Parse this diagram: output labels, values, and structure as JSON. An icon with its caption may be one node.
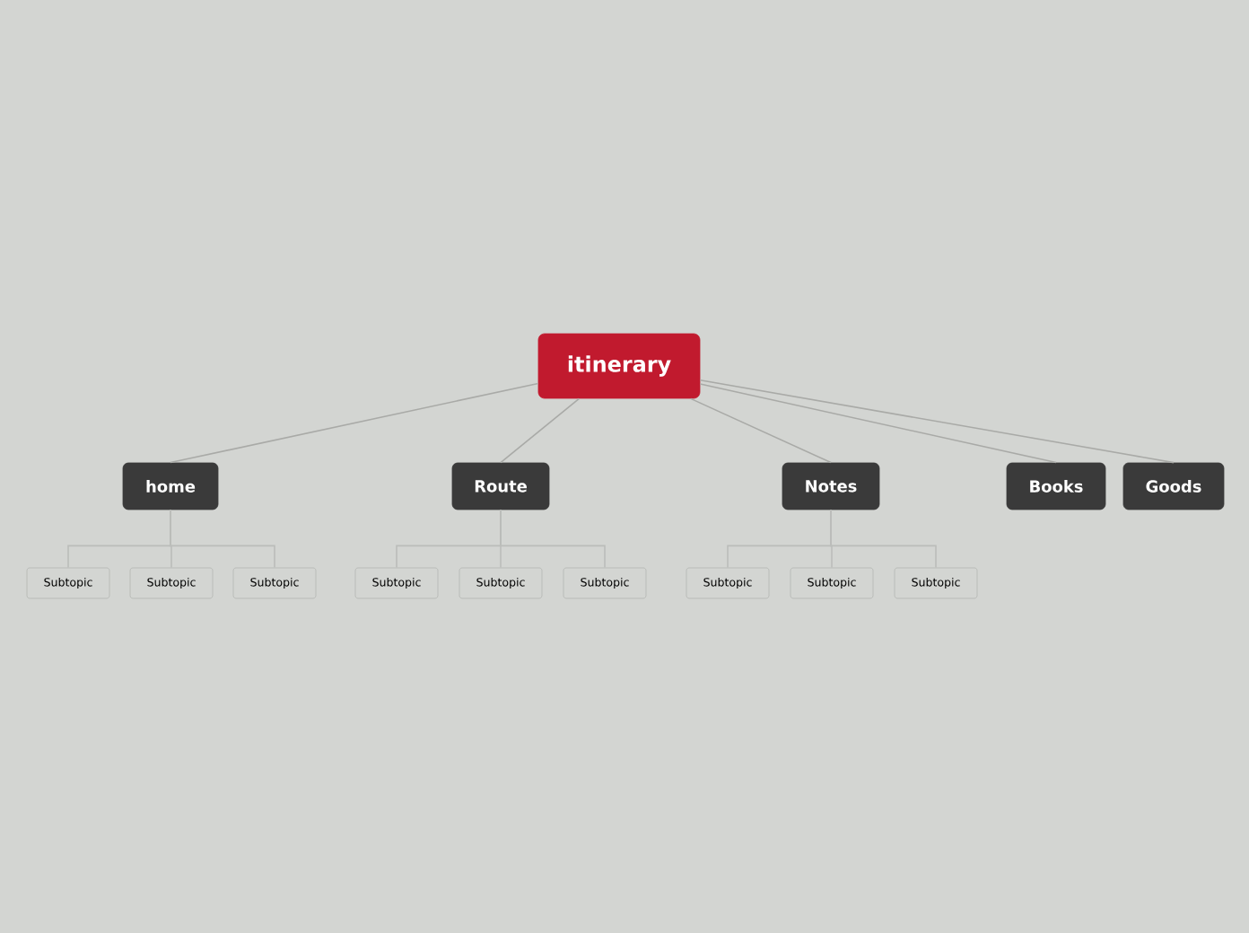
{
  "diagram": {
    "nodes": [
      {
        "text": [
          "itinerary"
        ]
      },
      {
        "text": [
          "home"
        ]
      },
      {
        "text": [
          "Route"
        ]
      },
      {
        "text": [
          "Notes"
        ]
      },
      {
        "text": [
          "Books"
        ]
      },
      {
        "text": [
          "Goods"
        ]
      },
      {
        "text": [
          "Subtopic"
        ]
      },
      {
        "text": [
          "Subtopic"
        ]
      },
      {
        "text": [
          "Subtopic"
        ]
      },
      {
        "text": [
          "Subtopic"
        ]
      },
      {
        "text": [
          "Subtopic"
        ]
      },
      {
        "text": [
          "Subtopic"
        ]
      },
      {
        "text": [
          "Subtopic"
        ]
      },
      {
        "text": [
          "Subtopic"
        ]
      },
      {
        "text": [
          "Subtopic"
        ]
      }
    ],
    "edges": [
      {
        "from": 0,
        "to": 1,
        "arrow": "none"
      },
      {
        "from": 0,
        "to": 2,
        "arrow": "none"
      },
      {
        "from": 0,
        "to": 3,
        "arrow": "none"
      },
      {
        "from": 0,
        "to": 4,
        "arrow": "none"
      },
      {
        "from": 0,
        "to": 5,
        "arrow": "none"
      },
      {
        "from": 1,
        "to": 6,
        "arrow": "none"
      },
      {
        "from": 1,
        "to": 7,
        "arrow": "none"
      },
      {
        "from": 1,
        "to": 8,
        "arrow": "none"
      },
      {
        "from": 2,
        "to": 9,
        "arrow": "none"
      },
      {
        "from": 2,
        "to": 10,
        "arrow": "none"
      },
      {
        "from": 2,
        "to": 11,
        "arrow": "none"
      },
      {
        "from": 3,
        "to": 12,
        "arrow": "none"
      },
      {
        "from": 3,
        "to": 13,
        "arrow": "none"
      },
      {
        "from": 3,
        "to": 14,
        "arrow": "none"
      }
    ]
  }
}
